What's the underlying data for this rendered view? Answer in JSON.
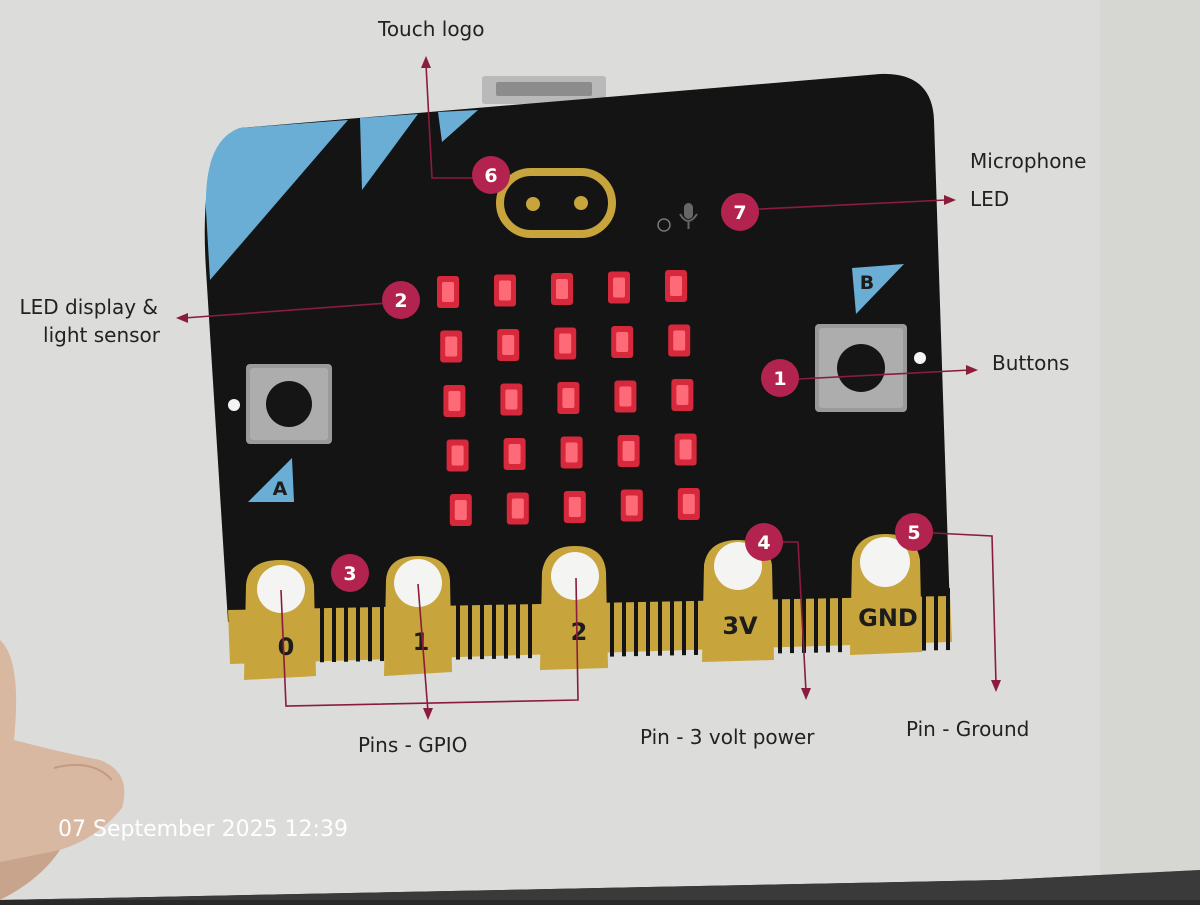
{
  "labels": {
    "touch_logo": "Touch logo",
    "microphone_led_line1": "Microphone",
    "microphone_led_line2": "LED",
    "led_display_line1": "LED display &",
    "led_display_line2": "light sensor",
    "buttons": "Buttons",
    "pins_gpio": "Pins - GPIO",
    "pin_3v": "Pin - 3 volt power",
    "pin_ground": "Pin - Ground"
  },
  "badges": [
    "1",
    "2",
    "3",
    "4",
    "5",
    "6",
    "7"
  ],
  "pins": {
    "p0": "0",
    "p1": "1",
    "p2": "2",
    "p3v": "3V",
    "gnd": "GND"
  },
  "buttons": {
    "a": "A",
    "b": "B"
  },
  "led_matrix": {
    "rows": 5,
    "cols": 5,
    "all_lit": true
  },
  "colors": {
    "board": "#141414",
    "accent_blue": "#6aaed6",
    "gold": "#c8a43c",
    "led_red": "#d8283c",
    "badge": "#b3234f",
    "leader": "#8a1c3c"
  },
  "timestamp": "07 September 2025 12:39"
}
